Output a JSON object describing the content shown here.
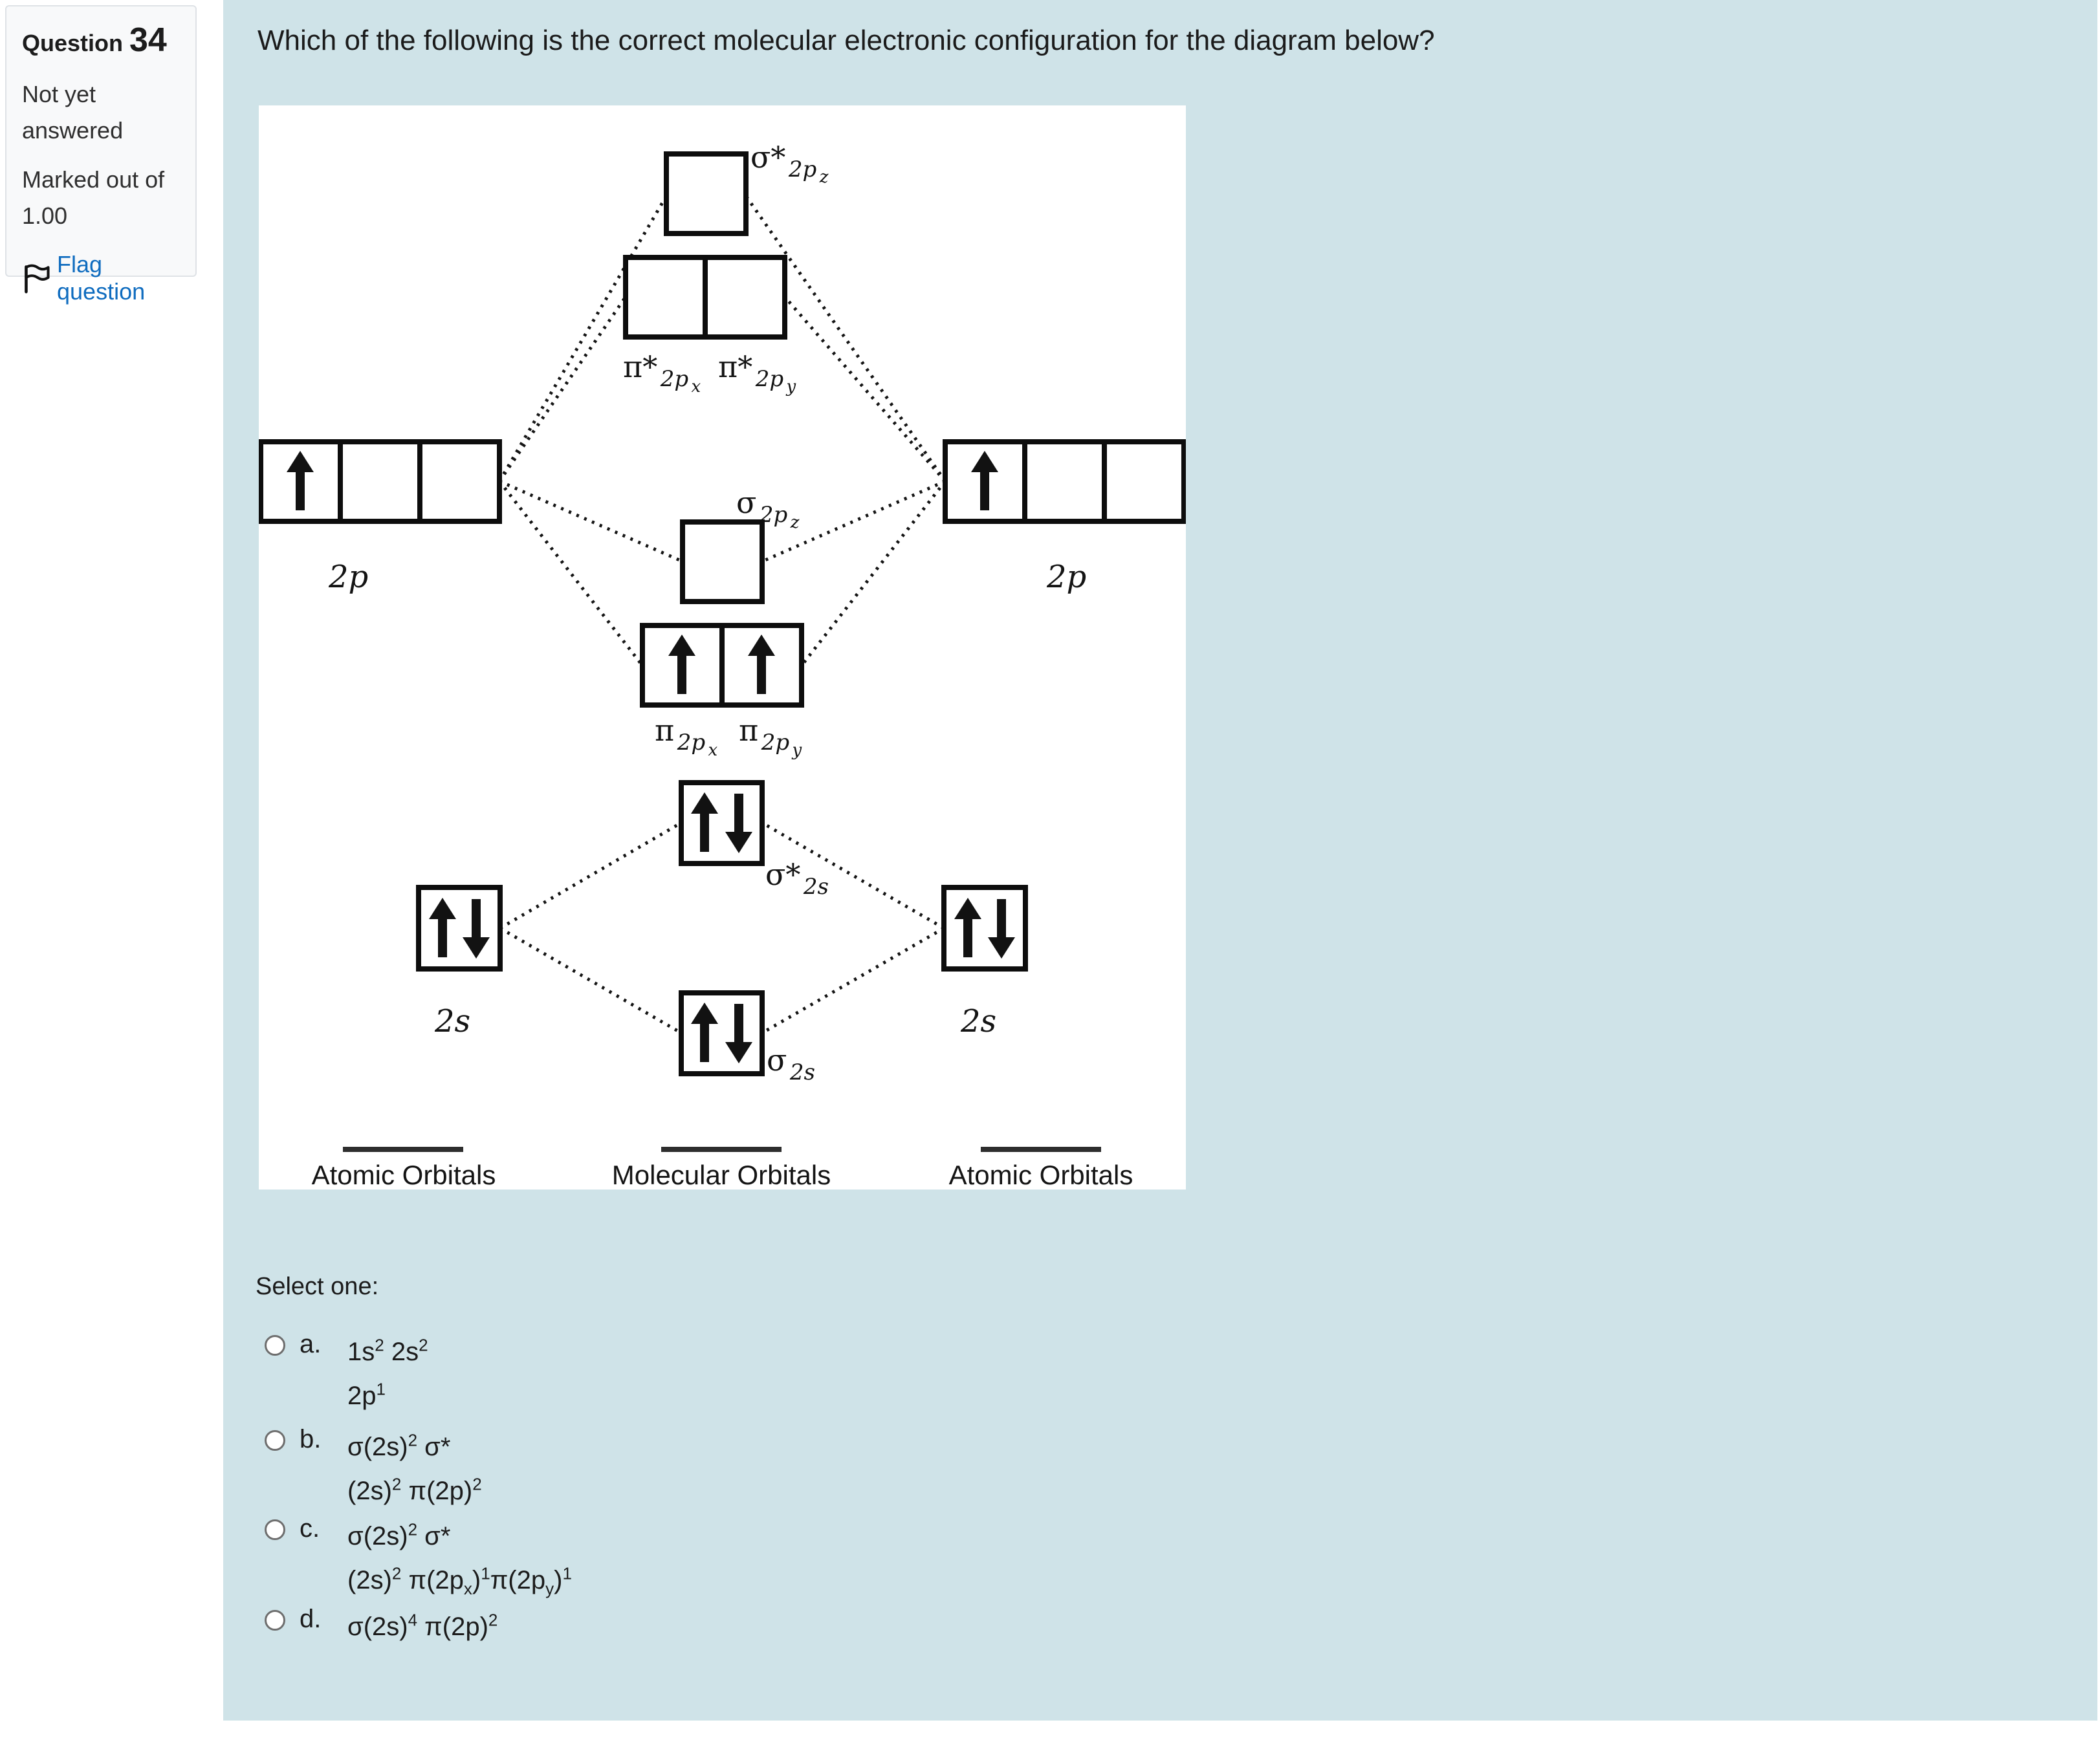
{
  "colors": {
    "page_bg": "#ffffff",
    "content_bg": "#cfe3e8",
    "panel_bg": "#f8f9fa",
    "panel_border": "#dee2e6",
    "link_blue": "#0f6cbf",
    "text": "#1c1c1c"
  },
  "question_info": {
    "question_label": "Question",
    "question_number": "34",
    "status_line1": "Not yet",
    "status_line2": "answered",
    "grade_line1": "Marked out of",
    "grade_line2": "1.00",
    "flag_label": "Flag question"
  },
  "question": {
    "text": "Which of the following is the correct molecular electronic configuration for the diagram below?"
  },
  "diagram": {
    "labels": {
      "sigma_star_2pz": {
        "main": "σ*",
        "sub": "2p",
        "subsub": "z"
      },
      "pi_star_2px": {
        "main": "π*",
        "sub": "2p",
        "subsub": "x"
      },
      "pi_star_2py": {
        "main": "π*",
        "sub": "2p",
        "subsub": "y"
      },
      "sigma_2pz": {
        "main": "σ",
        "sub": "2p",
        "subsub": "z"
      },
      "pi_2px": {
        "main": "π",
        "sub": "2p",
        "subsub": "x"
      },
      "pi_2py": {
        "main": "π",
        "sub": "2p",
        "subsub": "y"
      },
      "sigma_star_2s": {
        "main": "σ*",
        "sub": "2s"
      },
      "sigma_2s": {
        "main": "σ",
        "sub": "2s"
      },
      "ao_left_2p": "2p",
      "ao_right_2p": "2p",
      "ao_left_2s": "2s",
      "ao_right_2s": "2s",
      "footer_left": "Atomic Orbitals",
      "footer_middle": "Molecular Orbitals",
      "footer_right": "Atomic Orbitals"
    },
    "occupancy": {
      "sigma_star_2pz": "empty",
      "pi_star_2px": "empty",
      "pi_star_2py": "empty",
      "left_2p": [
        "up",
        "empty",
        "empty"
      ],
      "right_2p": [
        "up",
        "empty",
        "empty"
      ],
      "sigma_2pz": "empty",
      "pi_2px": "up",
      "pi_2py": "up",
      "sigma_star_2s": "up-down",
      "left_2s": "up-down",
      "right_2s": "up-down",
      "sigma_2s": "up-down"
    }
  },
  "options_prompt": "Select one:",
  "options": [
    {
      "key": "a.",
      "line1": "1s^{2} 2s^{2}",
      "line2": "2p^{1}"
    },
    {
      "key": "b.",
      "line1": "σ(2s)^{2} σ*",
      "line2": "(2s)^{2} π(2p)^{2}"
    },
    {
      "key": "c.",
      "line1": "σ(2s)^{2} σ*",
      "line2": "(2s)^{2} π(2p_{x})^{1}π(2p_{y})^{1}"
    },
    {
      "key": "d.",
      "line1": "σ(2s)^{4} π(2p)^{2}",
      "line2": ""
    }
  ]
}
